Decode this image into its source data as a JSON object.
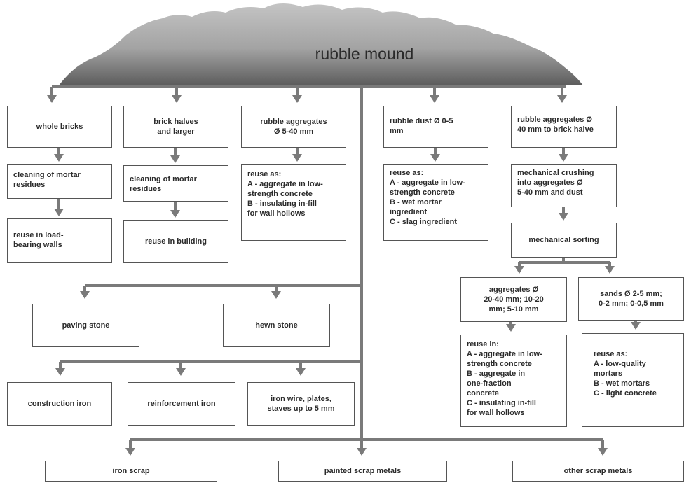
{
  "title": "rubble mound",
  "boxes": {
    "whole_bricks": "whole bricks",
    "brick_halves": "brick halves\nand larger",
    "rubble_agg_5_40": "rubble aggregates\nØ 5-40 mm",
    "rubble_dust": "rubble dust Ø 0-5\nmm",
    "rubble_agg_40": "rubble aggregates Ø\n40 mm to brick halve",
    "cleaning_1": "cleaning of mortar\nresidues",
    "cleaning_2": "cleaning of mortar\nresidues",
    "reuse_agg_5_40": "reuse as:\nA - aggregate in low-\nstrength concrete\nB - insulating in-fill\nfor wall hollows",
    "reuse_dust": "reuse as:\nA - aggregate in low-\nstrength concrete\nB - wet mortar\ningredient\nC - slag ingredient",
    "mech_crushing": "mechanical crushing\ninto aggregates Ø\n5-40 mm and dust",
    "reuse_load": "reuse in load-\nbearing walls",
    "reuse_building": "reuse in building",
    "mech_sorting": "mechanical sorting",
    "aggregates_20_40": "aggregates Ø\n20-40 mm; 10-20\nmm; 5-10 mm",
    "sands": "sands Ø 2-5 mm;\n0-2 mm; 0-0,5 mm",
    "reuse_in": "reuse in:\nA - aggregate in low-\nstrength concrete\nB - aggregate in\none-fraction\nconcrete\nC - insulating in-fill\nfor wall hollows",
    "reuse_sands": "reuse as:\nA - low-quality\nmortars\nB - wet mortars\nC - light concrete",
    "paving_stone": "paving stone",
    "hewn_stone": "hewn stone",
    "construction_iron": "construction iron",
    "reinforcement_iron": "reinforcement iron",
    "iron_wire": "iron wire, plates,\nstaves up to 5 mm",
    "iron_scrap": "iron scrap",
    "painted_scrap": "painted scrap metals",
    "other_scrap": "other scrap metals"
  },
  "colors": {
    "line": "#7a7a7a",
    "mound_top": "#b5b5b5",
    "mound_bottom": "#5f5f5f",
    "box_border": "#555555"
  }
}
